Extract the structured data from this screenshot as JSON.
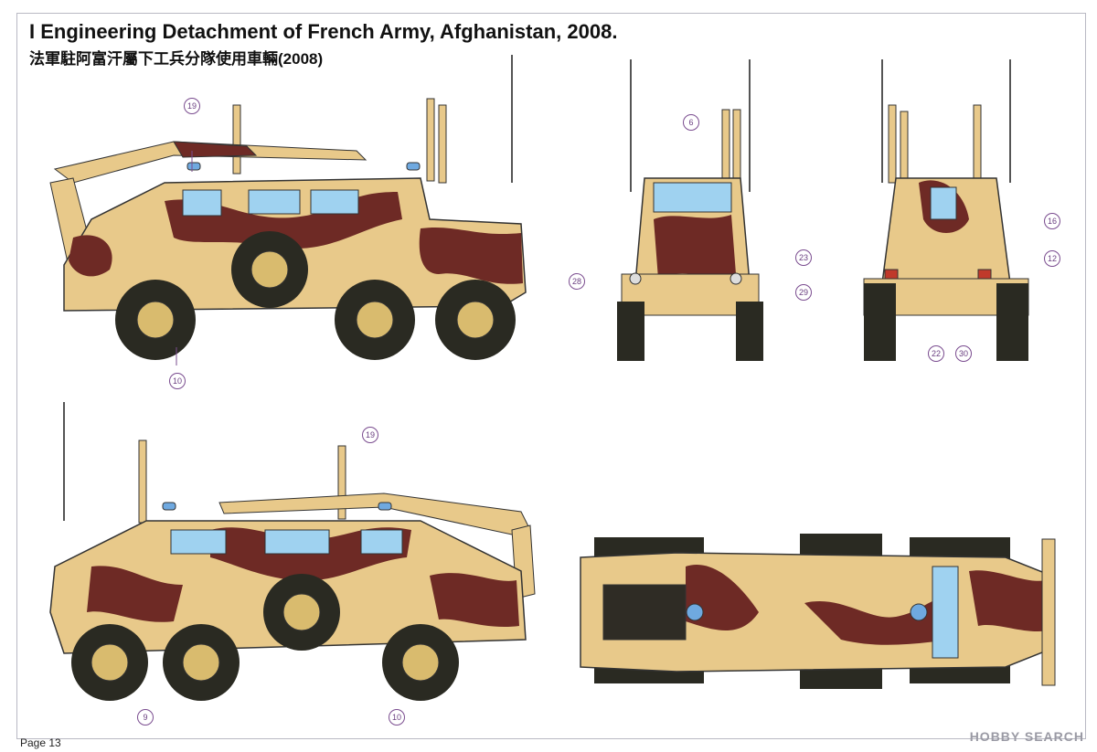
{
  "header": {
    "title": "I Engineering Detachment of French Army, Afghanistan, 2008.",
    "subtitle": "法軍駐阿富汗屬下工兵分隊使用車輛(2008)"
  },
  "footer": {
    "page": "Page 13",
    "watermark": "HOBBY SEARCH"
  },
  "callouts": {
    "left_top_19": "19",
    "left_top_10": "10",
    "front_6": "6",
    "front_23": "23",
    "front_28": "28",
    "front_29": "29",
    "rear_16": "16",
    "rear_12": "12",
    "rear_22": "22",
    "rear_30": "30",
    "right_side_19": "19",
    "right_side_9": "9",
    "right_side_10": "10"
  },
  "colors": {
    "sand": "#e8c98a",
    "brown": "#6e2a25",
    "glass": "#9fd2f0",
    "tire": "#2a2a22",
    "callout": "#7a4c8f"
  }
}
